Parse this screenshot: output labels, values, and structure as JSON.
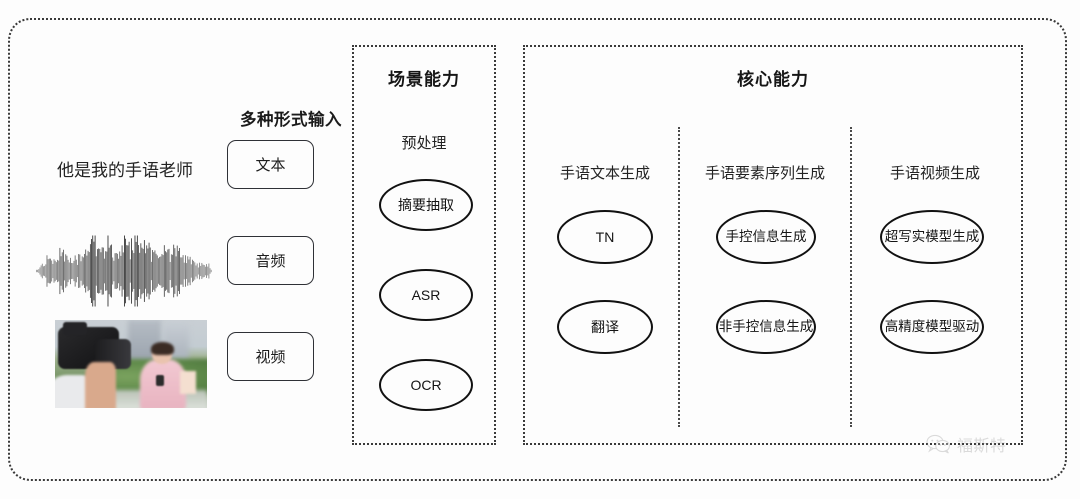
{
  "diagram": {
    "input": {
      "heading": "多种形式输入",
      "rows": [
        {
          "sample": "他是我的手语老师",
          "button": "文本",
          "media": "text-sample"
        },
        {
          "sample": "",
          "button": "音频",
          "media": "audio-waveform"
        },
        {
          "sample": "",
          "button": "视频",
          "media": "video-thumbnail"
        }
      ]
    },
    "scene_panel": {
      "title": "场景能力",
      "group_label": "预处理",
      "nodes": [
        "摘要抽取",
        "ASR",
        "OCR"
      ]
    },
    "core_panel": {
      "title": "核心能力",
      "columns": [
        {
          "label": "手语文本生成",
          "nodes": [
            "TN",
            "翻译"
          ]
        },
        {
          "label": "手语要素序列生成",
          "nodes": [
            "手控信息\n生成",
            "非手控信息\n生成"
          ]
        },
        {
          "label": "手语视频生成",
          "nodes": [
            "超写实模型\n生成",
            "高精度模型\n驱动"
          ]
        }
      ]
    },
    "watermark": {
      "icon": "wechat-icon",
      "text": "福斯特"
    },
    "colors": {
      "background": "#fdfdfd",
      "border": "#3a3a3a",
      "node_stroke": "#111111",
      "text": "#1d1d1d",
      "watermark": "#8d8d8d"
    }
  }
}
